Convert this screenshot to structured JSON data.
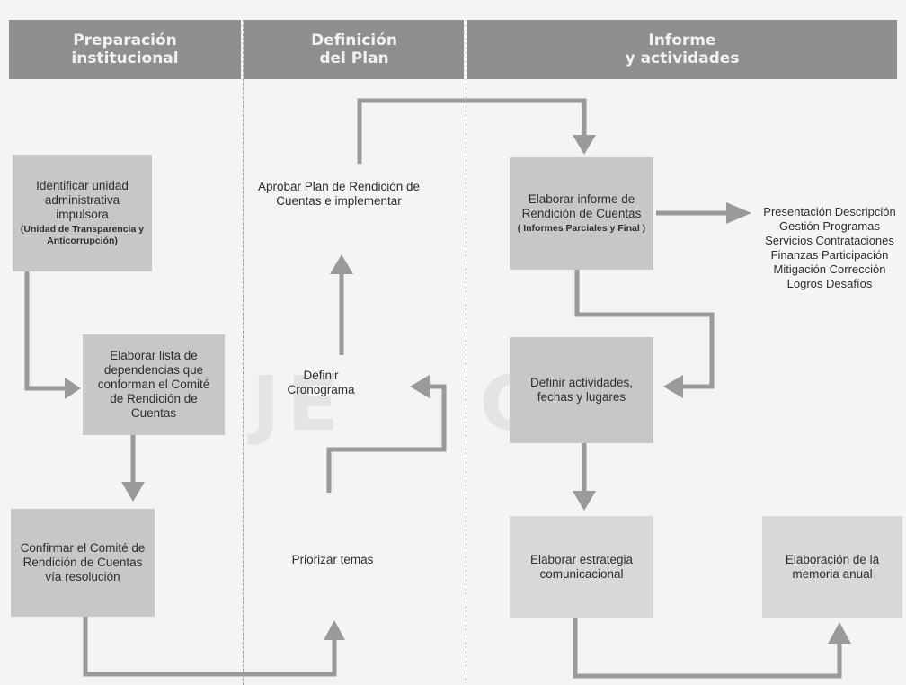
{
  "columns": {
    "col1": {
      "line1": "Preparación",
      "line2": "institucional"
    },
    "col2": {
      "line1": "Definición",
      "line2": "del Plan"
    },
    "col3": {
      "line1": "Informe",
      "line2": "y actividades"
    }
  },
  "boxes": {
    "identificar": {
      "text": "Identificar unidad administrativa impulsora",
      "sub": "(Unidad de Transparencia y Anticorrupción)"
    },
    "elaborar_lista": {
      "text": "Elaborar lista de dependencias que conforman el Comité de Rendición de Cuentas"
    },
    "confirmar": {
      "text": "Confirmar el Comité de Rendición de Cuentas vía resolución"
    },
    "aprobar": {
      "text": "Aprobar Plan de Rendición de Cuentas e implementar"
    },
    "definir_cronograma": {
      "text": "Definir Cronograma"
    },
    "priorizar": {
      "text": "Priorizar temas"
    },
    "elaborar_informe": {
      "text": "Elaborar informe de Rendición de Cuentas",
      "sub": "( Informes Parciales y Final )"
    },
    "definir_actividades": {
      "text": "Definir actividades, fechas y lugares"
    },
    "estrategia": {
      "text": "Elaborar estrategia comunicacional"
    },
    "memoria": {
      "text": "Elaboración de la memoria anual"
    },
    "presentacion": {
      "text": "Presentación Descripción Gestión Programas Servicios Contrataciones Finanzas Participación Mitigación Corrección Logros Desafíos"
    }
  }
}
